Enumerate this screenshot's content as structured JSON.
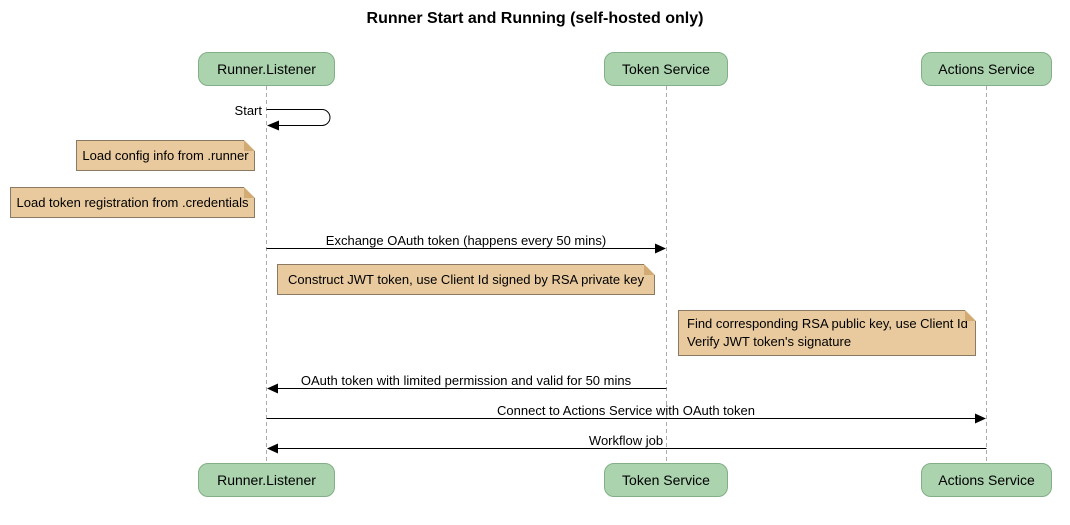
{
  "diagram": {
    "title": "Runner Start and Running (self-hosted only)",
    "type": "sequence-diagram",
    "participants": [
      {
        "id": "runner-listener",
        "label": "Runner.Listener"
      },
      {
        "id": "token-service",
        "label": "Token Service"
      },
      {
        "id": "actions-service",
        "label": "Actions Service"
      }
    ],
    "messages": [
      {
        "label": "Start",
        "from": "Runner.Listener",
        "to": "Runner.Listener",
        "kind": "self"
      },
      {
        "label": "Exchange OAuth token (happens every 50 mins)",
        "from": "Runner.Listener",
        "to": "Token Service",
        "kind": "solid-arrow"
      },
      {
        "label": "OAuth token with limited permission and valid for 50 mins",
        "from": "Token Service",
        "to": "Runner.Listener",
        "kind": "solid-arrow"
      },
      {
        "label": "Connect to Actions Service with OAuth token",
        "from": "Runner.Listener",
        "to": "Actions Service",
        "kind": "solid-arrow"
      },
      {
        "label": "Workflow job",
        "from": "Actions Service",
        "to": "Runner.Listener",
        "kind": "solid-arrow"
      }
    ],
    "notes": [
      {
        "label": "Load config info from .runner",
        "position": "left of Runner.Listener"
      },
      {
        "label": "Load token registration from .credentials",
        "position": "left of Runner.Listener"
      },
      {
        "label": "Construct JWT token, use Client Id signed by RSA private key",
        "position": "between Runner.Listener and Token Service"
      },
      {
        "lines": [
          "Find corresponding RSA public key, use Client Id",
          "Verify JWT token's signature"
        ],
        "position": "right of Token Service"
      }
    ],
    "colors": {
      "participant_fill": "#AAD3AE",
      "participant_border": "#82AF87",
      "note_fill": "#E9CA9F",
      "note_border": "#8A7A64",
      "note_fold": "#D2AA73",
      "lifeline": "#ABABAB",
      "arrow": "#000000",
      "text": "#000000"
    }
  }
}
